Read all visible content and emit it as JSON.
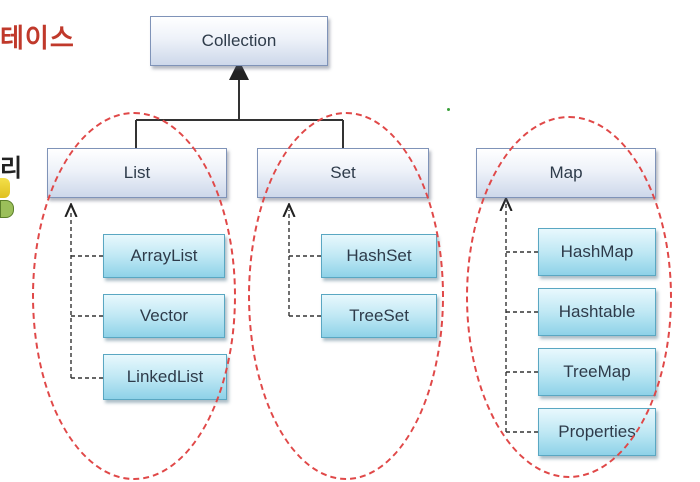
{
  "fragments": {
    "heading": "테이스",
    "side_char": "리"
  },
  "diagram": {
    "root": "Collection",
    "groups": [
      {
        "label": "List",
        "children": [
          "ArrayList",
          "Vector",
          "LinkedList"
        ]
      },
      {
        "label": "Set",
        "children": [
          "HashSet",
          "TreeSet"
        ]
      },
      {
        "label": "Map",
        "children": [
          "HashMap",
          "Hashtable",
          "TreeMap",
          "Properties"
        ]
      }
    ],
    "colors": {
      "dashed_oval": "#e04848",
      "interface_box": "#dfe6f2",
      "class_box": "#a9def0",
      "heading_text": "#c0392b"
    }
  }
}
